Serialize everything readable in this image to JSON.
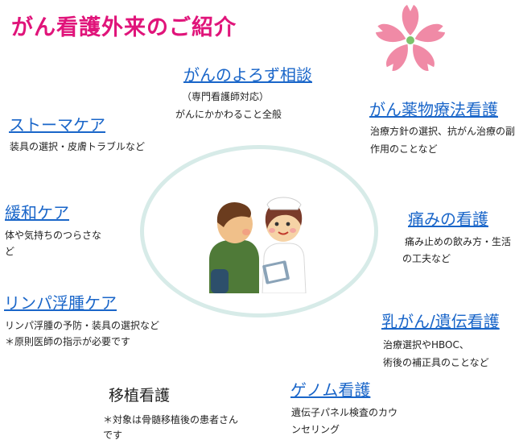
{
  "title": "がん看護外来のご紹介",
  "icons": {
    "flower": "cherry-blossom-icon",
    "illustration": "nurse-consultation-illustration"
  },
  "colors": {
    "title": "#e0147a",
    "link": "#1a66c9",
    "blossom": "#f08aa6",
    "ring": "#d7ebe8"
  },
  "sections": {
    "counsel": {
      "label": "がんのよろず相談",
      "desc_line1": "（専門看護師対応）",
      "desc_line2": "がんにかかわること全般"
    },
    "chemo": {
      "label": "がん薬物療法看護",
      "desc_line1": "治療方針の選択、抗がん治療の副",
      "desc_line2": "作用のことなど"
    },
    "stoma": {
      "label": "ストーマケア",
      "desc_line1": "装具の選択・皮膚トラブルなど"
    },
    "palliative": {
      "label": "緩和ケア",
      "desc_line1": "体や気持ちのつらさな",
      "desc_line2": "ど"
    },
    "pain": {
      "label": "痛みの看護",
      "desc_line1": "痛み止めの飲み方・生活",
      "desc_line2": "の工夫など"
    },
    "lymph": {
      "label": "リンパ浮腫ケア",
      "desc_line1": "リンパ浮腫の予防・装具の選択など",
      "desc_line2": "＊原則医師の指示が必要です"
    },
    "breast": {
      "label": "乳がん/遺伝看護",
      "desc_line1": "治療選択やHBOC、",
      "desc_line2": "術後の補正具のことなど"
    },
    "transplant": {
      "label": "移植看護",
      "desc_line1": "＊対象は骨髄移植後の患者さん",
      "desc_line2": "です"
    },
    "genome": {
      "label": "ゲノム看護",
      "desc_line1": "遺伝子パネル検査のカウ",
      "desc_line2": "ンセリング"
    }
  }
}
